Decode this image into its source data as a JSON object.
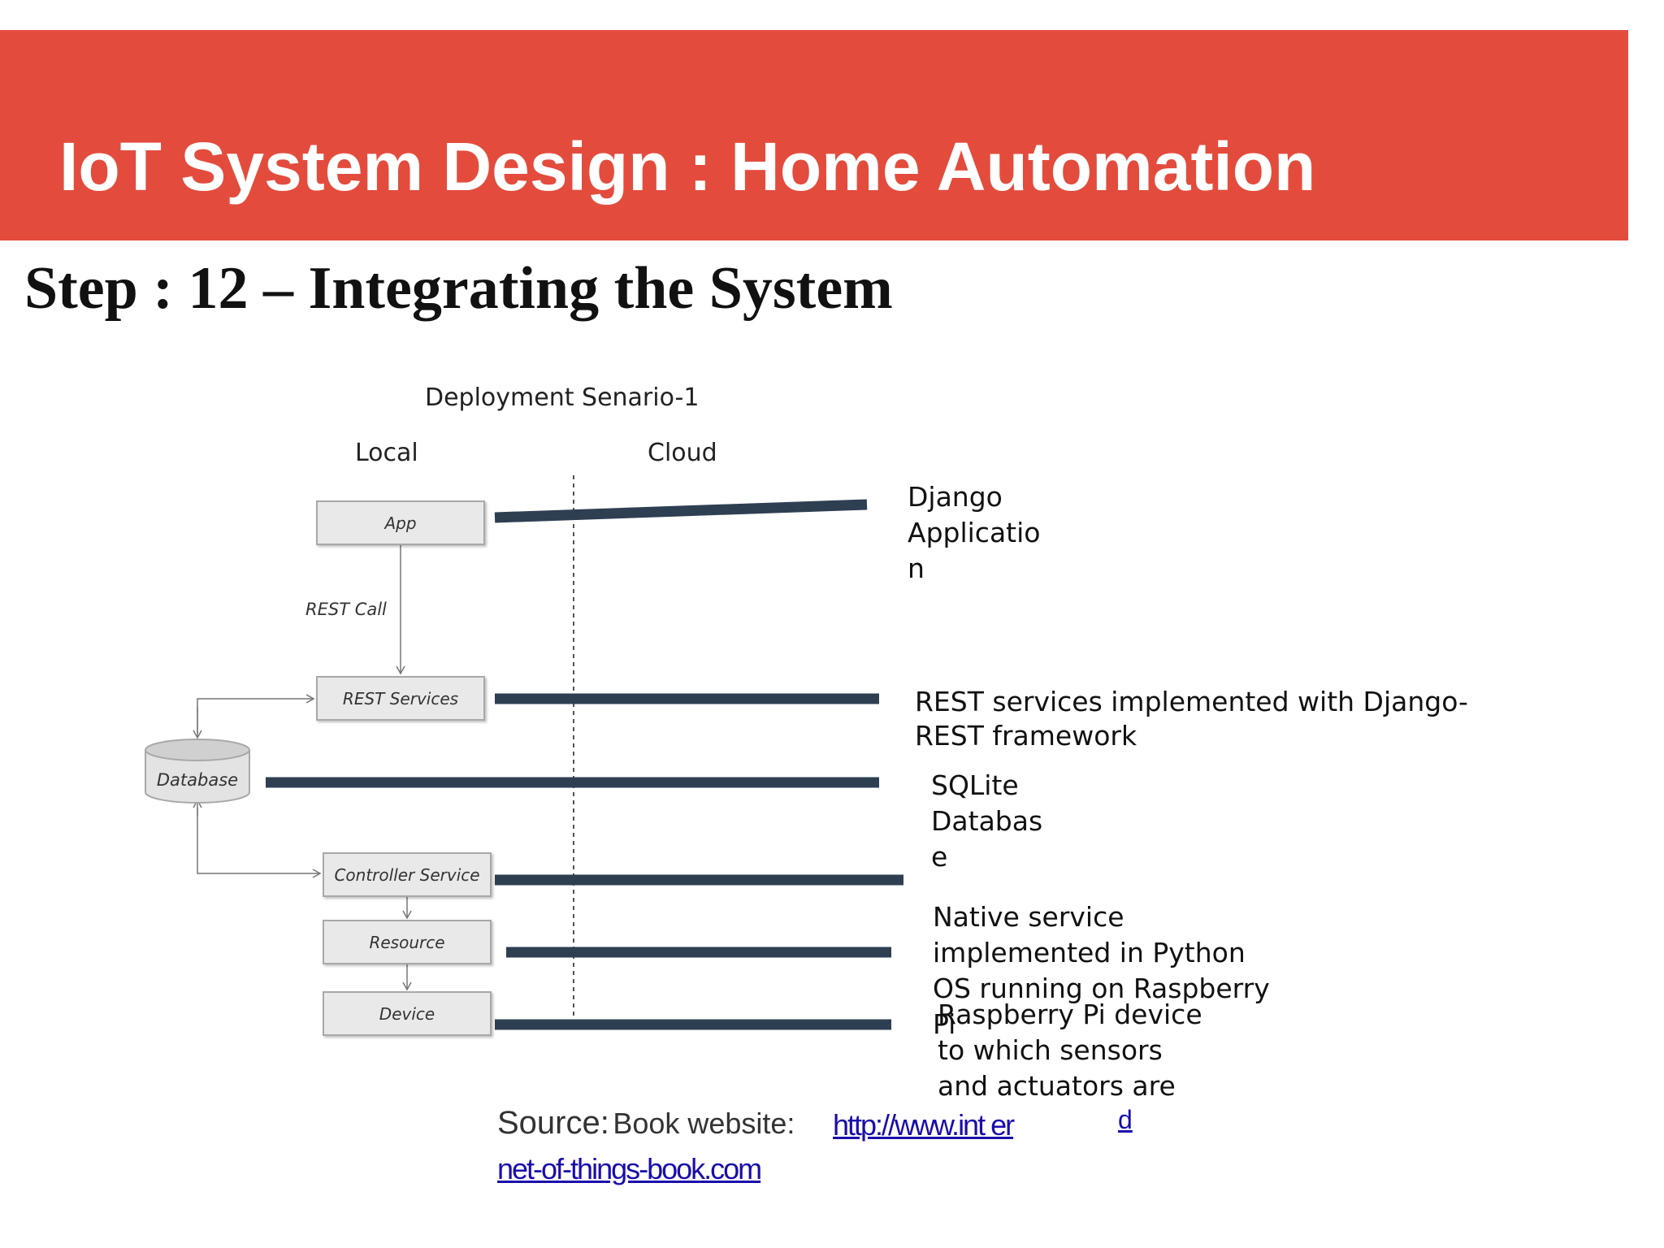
{
  "slide": {
    "title": "IoT System Design : Home Automation",
    "subtitle": "Step : 12 – Integrating the System"
  },
  "diagram": {
    "heading": "Deployment Senario-1",
    "col_local": "Local",
    "col_cloud": "Cloud",
    "boxes": {
      "app": "App",
      "rest_services": "REST Services",
      "database": "Database",
      "controller": "Controller Service",
      "resource": "Resource",
      "device": "Device"
    },
    "edge_label": "REST Call"
  },
  "notes": {
    "django": "Django Applicatio n",
    "rest": "REST services implemented with Django-REST framework",
    "sqlite": "SQLite Databas e",
    "native": "Native service implemented in  Python OS running on Raspberry Pi",
    "raspberry": "Raspberry Pi device to  which sensors and actuators are"
  },
  "source": {
    "label": "Source:",
    "text": "Book website:",
    "link_part1": "http://www.internet-of-things-book.com",
    "link_line1": "http://www.int er",
    "link_line2": "net-of-things-book.com",
    "overlay_fragment": "d"
  },
  "colors": {
    "banner": "#e34c3d",
    "connector": "#2e3f52",
    "link": "#1a0dab"
  }
}
